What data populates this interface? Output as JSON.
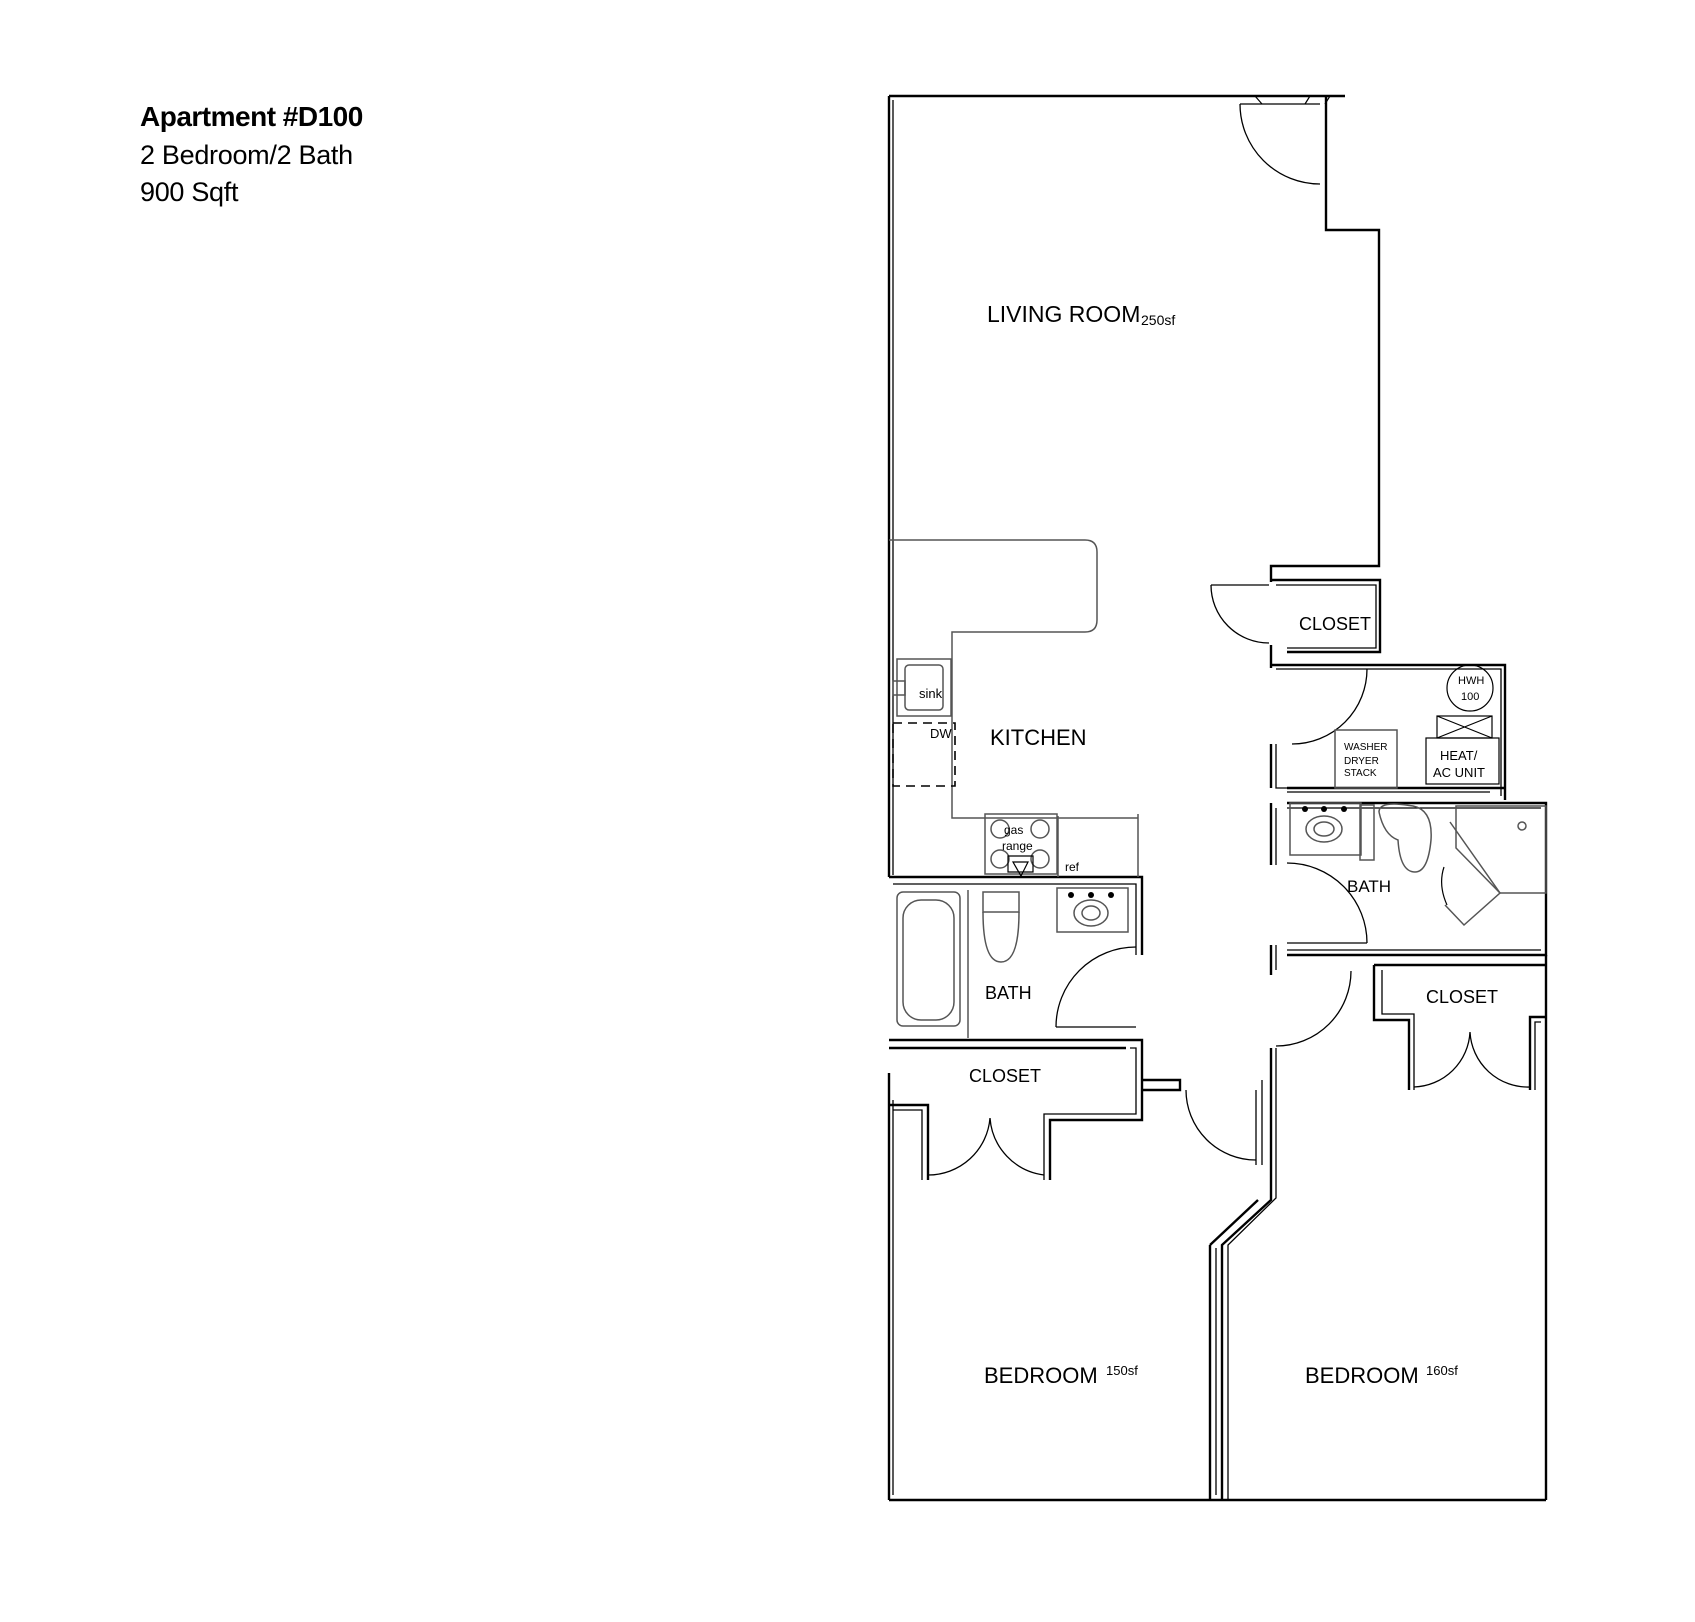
{
  "header": {
    "title": "Apartment #D100",
    "layout": "2 Bedroom/2 Bath",
    "area": "900 Sqft"
  },
  "rooms": {
    "living_room": {
      "name": "LIVING ROOM",
      "area": "250sf"
    },
    "closet_living": {
      "name": "CLOSET"
    },
    "kitchen": {
      "name": "KITCHEN"
    },
    "bath_left": {
      "name": "BATH"
    },
    "bath_right": {
      "name": "BATH"
    },
    "closet_left": {
      "name": "CLOSET"
    },
    "closet_right": {
      "name": "CLOSET"
    },
    "bedroom_left": {
      "name": "BEDROOM",
      "area": "150sf"
    },
    "bedroom_right": {
      "name": "BEDROOM",
      "area": "160sf"
    }
  },
  "fixtures": {
    "sink": "sink",
    "dishwasher": "DW",
    "range_line1": "gas",
    "range_line2": "range",
    "refrigerator": "ref",
    "water_heater_line1": "HWH",
    "water_heater_line2": "100",
    "washer": "WASHER",
    "dryer_line1": "DRYER",
    "dryer_line2": "STACK",
    "hvac_line1": "HEAT/",
    "hvac_line2": "AC UNIT"
  }
}
